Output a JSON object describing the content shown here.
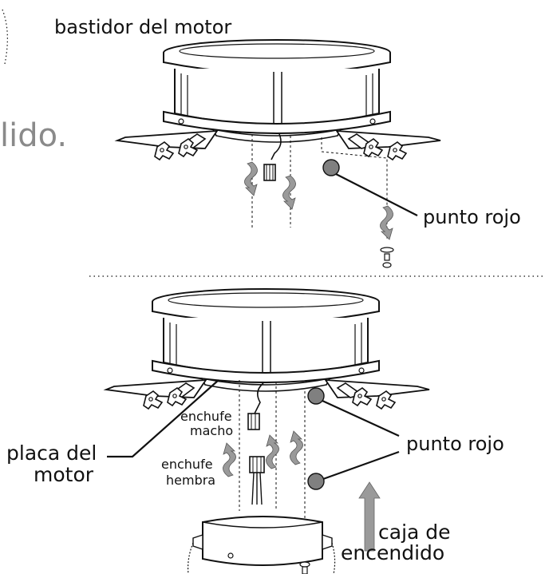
{
  "labels": {
    "motor_frame": "bastidor del motor",
    "partial_word": "lido.",
    "red_dot_top": "punto rojo",
    "motor_plate_line1": "placa del",
    "motor_plate_line2": "motor",
    "male_plug_line1": "enchufe",
    "male_plug_line2": "macho",
    "female_plug_line1": "enchufe",
    "female_plug_line2": "hembra",
    "red_dot_bottom": "punto rojo",
    "switch_case_line1": "caja de",
    "switch_case_line2": "encendido"
  },
  "colors": {
    "line": "#111111",
    "red_dot": "#808080",
    "arrow_fill": "#9a9a9a",
    "ghost_text": "#8a8a8a"
  }
}
